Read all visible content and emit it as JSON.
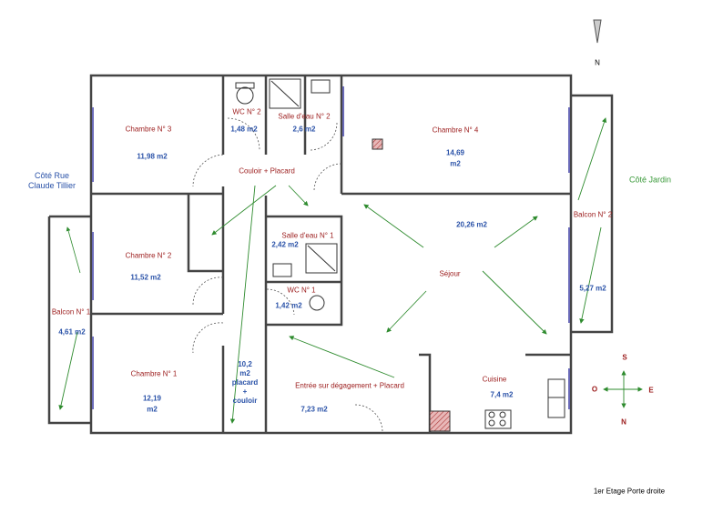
{
  "plan": {
    "rooms": [
      {
        "name": "Chambre N° 3",
        "area": "11,98 m2"
      },
      {
        "name": "WC N° 2",
        "area": "1,48 m2"
      },
      {
        "name": "Salle d'eau N° 2",
        "area": "2,6 m2"
      },
      {
        "name": "Chambre N° 4",
        "area": "14,69",
        "area2": "m2"
      },
      {
        "name": "Couloir + Placard"
      },
      {
        "name": "Chambre N° 2",
        "area": "11,52 m2"
      },
      {
        "name": "Salle d'eau N° 1",
        "area": "2,42 m2"
      },
      {
        "name": "WC N° 1",
        "area": "1,42 m2"
      },
      {
        "name": "Séjour",
        "area": "20,26  m2"
      },
      {
        "name": "Balcon N° 1",
        "area": "4,61 m2"
      },
      {
        "name": "Balcon N° 2",
        "area": "5,27 m2"
      },
      {
        "name": "Chambre N° 1",
        "area": "12,19",
        "area2": "m2"
      },
      {
        "name": "Entrée sur dégagement + Placard",
        "area": "7,23 m2"
      },
      {
        "name": "Cuisine",
        "area": "7,4 m2"
      }
    ],
    "placard_note": [
      "10,2",
      "m2",
      "placard",
      "+",
      "couloir"
    ],
    "side_street": [
      "Côté Rue",
      "Claude Tillier"
    ],
    "side_garden": "Côté Jardin",
    "north_label": "N",
    "compass": {
      "s": "S",
      "o": "O",
      "e": "E",
      "n": "N"
    },
    "footer": "1er Etage Porte droite",
    "colors": {
      "wall": "#444444",
      "room": "#9b1b1b",
      "area": "#2a52a8",
      "arrow": "#2e8b2e"
    }
  }
}
